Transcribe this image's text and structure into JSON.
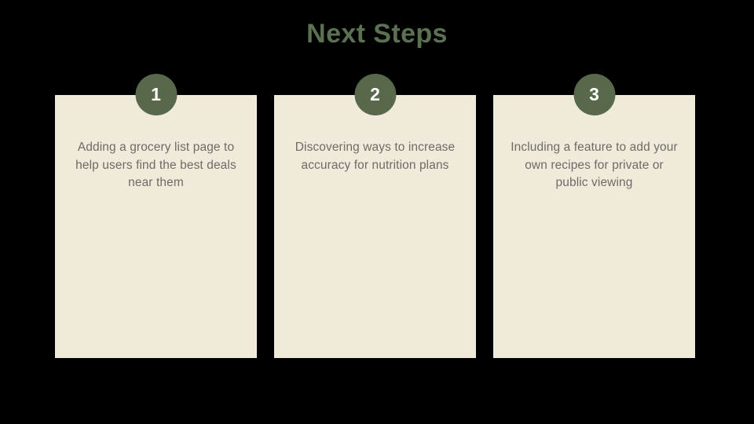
{
  "slide": {
    "background_color": "#000000",
    "title": "Next Steps",
    "title_color": "#5C7052",
    "card_color": "#F0EADB",
    "badge_color": "#57684B",
    "body_color": "#6E6B66"
  },
  "cards": [
    {
      "number": "1",
      "text": "Adding a grocery list page to help users find the best deals near them"
    },
    {
      "number": "2",
      "text": "Discovering ways to increase accuracy for nutrition plans"
    },
    {
      "number": "3",
      "text": "Including a feature to add your own recipes for private or public viewing"
    }
  ]
}
